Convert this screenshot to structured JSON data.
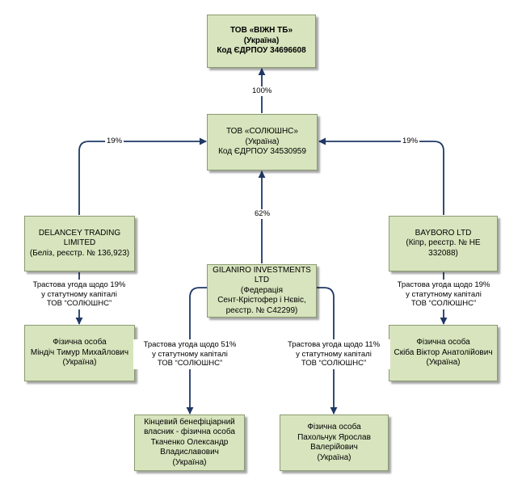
{
  "nodes": {
    "viyzh": {
      "line1": "ТОВ «ВІЖН ТБ»",
      "line2": "(Україна)",
      "line3": "Код ЄДРПОУ 34696608"
    },
    "solyushns": {
      "line1": "ТОВ «СОЛЮШНС»",
      "line2": "(Україна)",
      "line3": "Код ЄДРПОУ 34530959"
    },
    "delancey": {
      "line1": "DELANCEY TRADING LIMITED",
      "line2": "(Беліз, реєстр. № 136,923)"
    },
    "bayboro": {
      "line1": "BAYBORO LTD",
      "line2": "(Кіпр, реєстр. № НЕ 332088)"
    },
    "gilaniro": {
      "line1": "GILANIRO INVESTMENTS LTD",
      "line2": "(Федерація",
      "line3": "Сент-Крістофер і Нєвіс,",
      "line4": "реєстр. № С42299)"
    },
    "mindich": {
      "line1": "Фізична особа",
      "line2": "Міндіч Тимур Михайлович",
      "line3": "(Україна)"
    },
    "skiba": {
      "line1": "Фізична особа",
      "line2": "Скіба Віктор Анатолійович",
      "line3": "(Україна)"
    },
    "tkachenko": {
      "line1": "Кінцевий бенефіціарний",
      "line2": "власник - фізична особа",
      "line3": "Ткаченко Олександр",
      "line4": "Владиславович",
      "line5": "(Україна)"
    },
    "pakholchuk": {
      "line1": "Фізична особа",
      "line2": "Пахольчук Ярослав",
      "line3": "Валерійович",
      "line4": "(Україна)"
    }
  },
  "edges": {
    "solyushns_to_viyzh": "100%",
    "delancey_to_solyushns": "19%",
    "bayboro_to_solyushns": "19%",
    "gilaniro_to_solyushns": "62%"
  },
  "trusts": {
    "delancey": {
      "line1": "Трастова угода щодо 19%",
      "line2": "у статутному капіталі",
      "line3": "ТОВ “СОЛЮШНС”"
    },
    "bayboro": {
      "line1": "Трастова угода щодо 19%",
      "line2": "у статутному капіталі",
      "line3": "ТОВ “СОЛЮШНС”"
    },
    "gilaniro_left": {
      "line1": "Трастова угода щодо 51%",
      "line2": "у статутному капіталі",
      "line3": "ТОВ “СОЛЮШНС”"
    },
    "gilaniro_right": {
      "line1": "Трастова угода щодо 11%",
      "line2": "у статутному капіталі",
      "line3": "ТОВ “СОЛЮШНС”"
    }
  },
  "colors": {
    "box_fill": "#d7e4bd",
    "box_border": "#8a9a6f",
    "connector": "#1f3864"
  }
}
